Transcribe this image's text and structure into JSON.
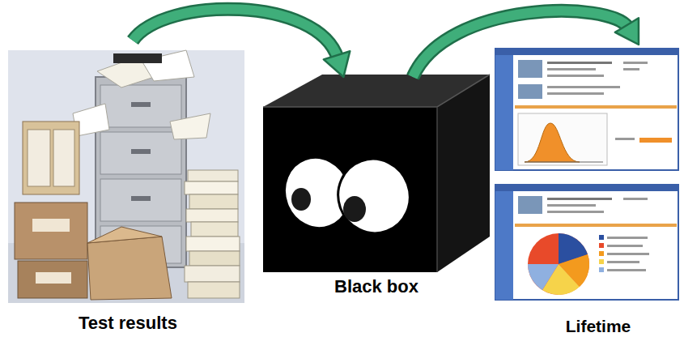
{
  "diagram": {
    "nodes": [
      {
        "text": [
          "Test results"
        ]
      },
      {
        "text": [
          "Black box"
        ]
      },
      {
        "text": [
          "Lifetime"
        ]
      }
    ],
    "edges": [
      {
        "from": 0,
        "to": 1,
        "arrow": "to"
      },
      {
        "from": 1,
        "to": 2,
        "arrow": "to"
      }
    ]
  }
}
